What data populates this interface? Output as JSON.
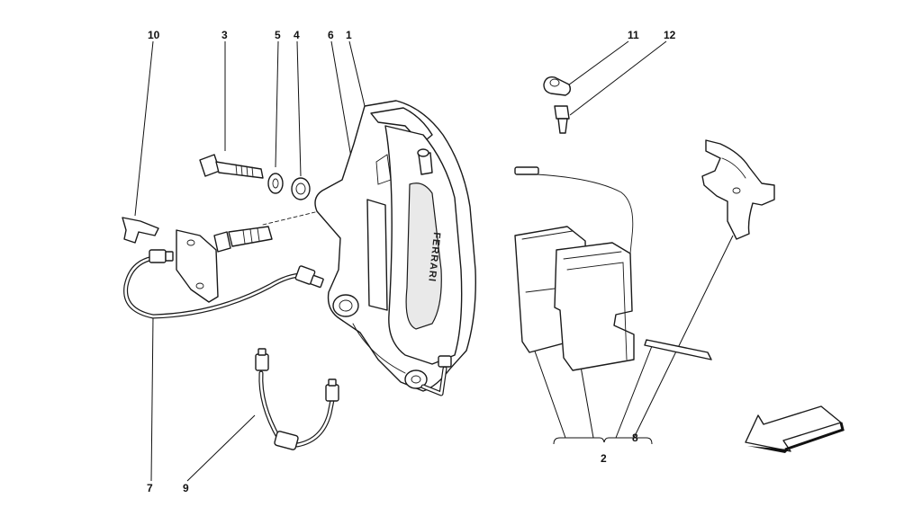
{
  "callouts": {
    "c1": "1",
    "c2": "2",
    "c3": "3",
    "c4": "4",
    "c5": "5",
    "c6": "6",
    "c7": "7",
    "c8": "8",
    "c9": "9",
    "c10": "10",
    "c11": "11",
    "c12": "12"
  },
  "caliper_brand": "FERRARI",
  "colors": {
    "ink": "#111111",
    "shade": "#e9e9e9",
    "paper": "#ffffff"
  },
  "icons": {
    "direction": "direction-arrow-icon"
  }
}
